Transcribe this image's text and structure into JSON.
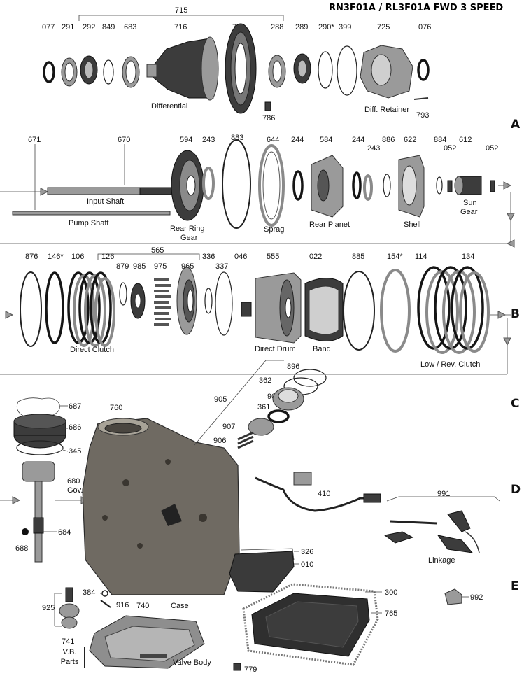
{
  "title": "RN3F01A / RL3F01A  FWD 3 SPEED",
  "sections": [
    "A",
    "B",
    "C",
    "D",
    "E"
  ],
  "row1": {
    "parts": [
      "077",
      "291",
      "292",
      "849",
      "683",
      "716",
      "720",
      "288",
      "289",
      "290*",
      "399",
      "725",
      "076",
      "786",
      "793"
    ],
    "group": "715",
    "labels": {
      "differential": "Differential",
      "retainer": "Diff. Retainer"
    }
  },
  "row2": {
    "parts": [
      "671",
      "670",
      "594",
      "243",
      "883",
      "644",
      "244",
      "584",
      "244",
      "243",
      "886",
      "622",
      "884",
      "052",
      "612",
      "052"
    ],
    "labels": {
      "input_shaft": "Input Shaft",
      "pump_shaft": "Pump Shaft",
      "rear_ring_1": "Rear Ring",
      "rear_ring_2": "Gear",
      "sprag": "Sprag",
      "rear_planet": "Rear Planet",
      "shell": "Shell",
      "sun_1": "Sun",
      "sun_2": "Gear"
    }
  },
  "row3": {
    "parts": [
      "876",
      "146*",
      "106",
      "126",
      "879",
      "985",
      "975",
      "965",
      "336",
      "337",
      "046",
      "555",
      "022",
      "885",
      "154*",
      "114",
      "134"
    ],
    "group": "565",
    "labels": {
      "direct_clutch": "Direct Clutch",
      "direct_drum": "Direct Drum",
      "band": "Band",
      "low_rev": "Low / Rev. Clutch"
    }
  },
  "row4": {
    "parts": [
      "687",
      "686",
      "345",
      "680",
      "684",
      "688",
      "760",
      "896",
      "362",
      "905",
      "909",
      "361",
      "907",
      "906",
      "410",
      "991",
      "326",
      "010",
      "300",
      "765",
      "992",
      "925",
      "384",
      "916",
      "740",
      "741",
      "779"
    ],
    "labels": {
      "gov": "Gov.",
      "case": "Case",
      "linkage": "Linkage",
      "valve_body": "Valve Body",
      "vb_1": "V.B.",
      "vb_2": "Parts"
    }
  },
  "colors": {
    "ink": "#111111",
    "metal": "#9a9a9a",
    "dark": "#3c3c3c",
    "case": "#6f6a62"
  }
}
